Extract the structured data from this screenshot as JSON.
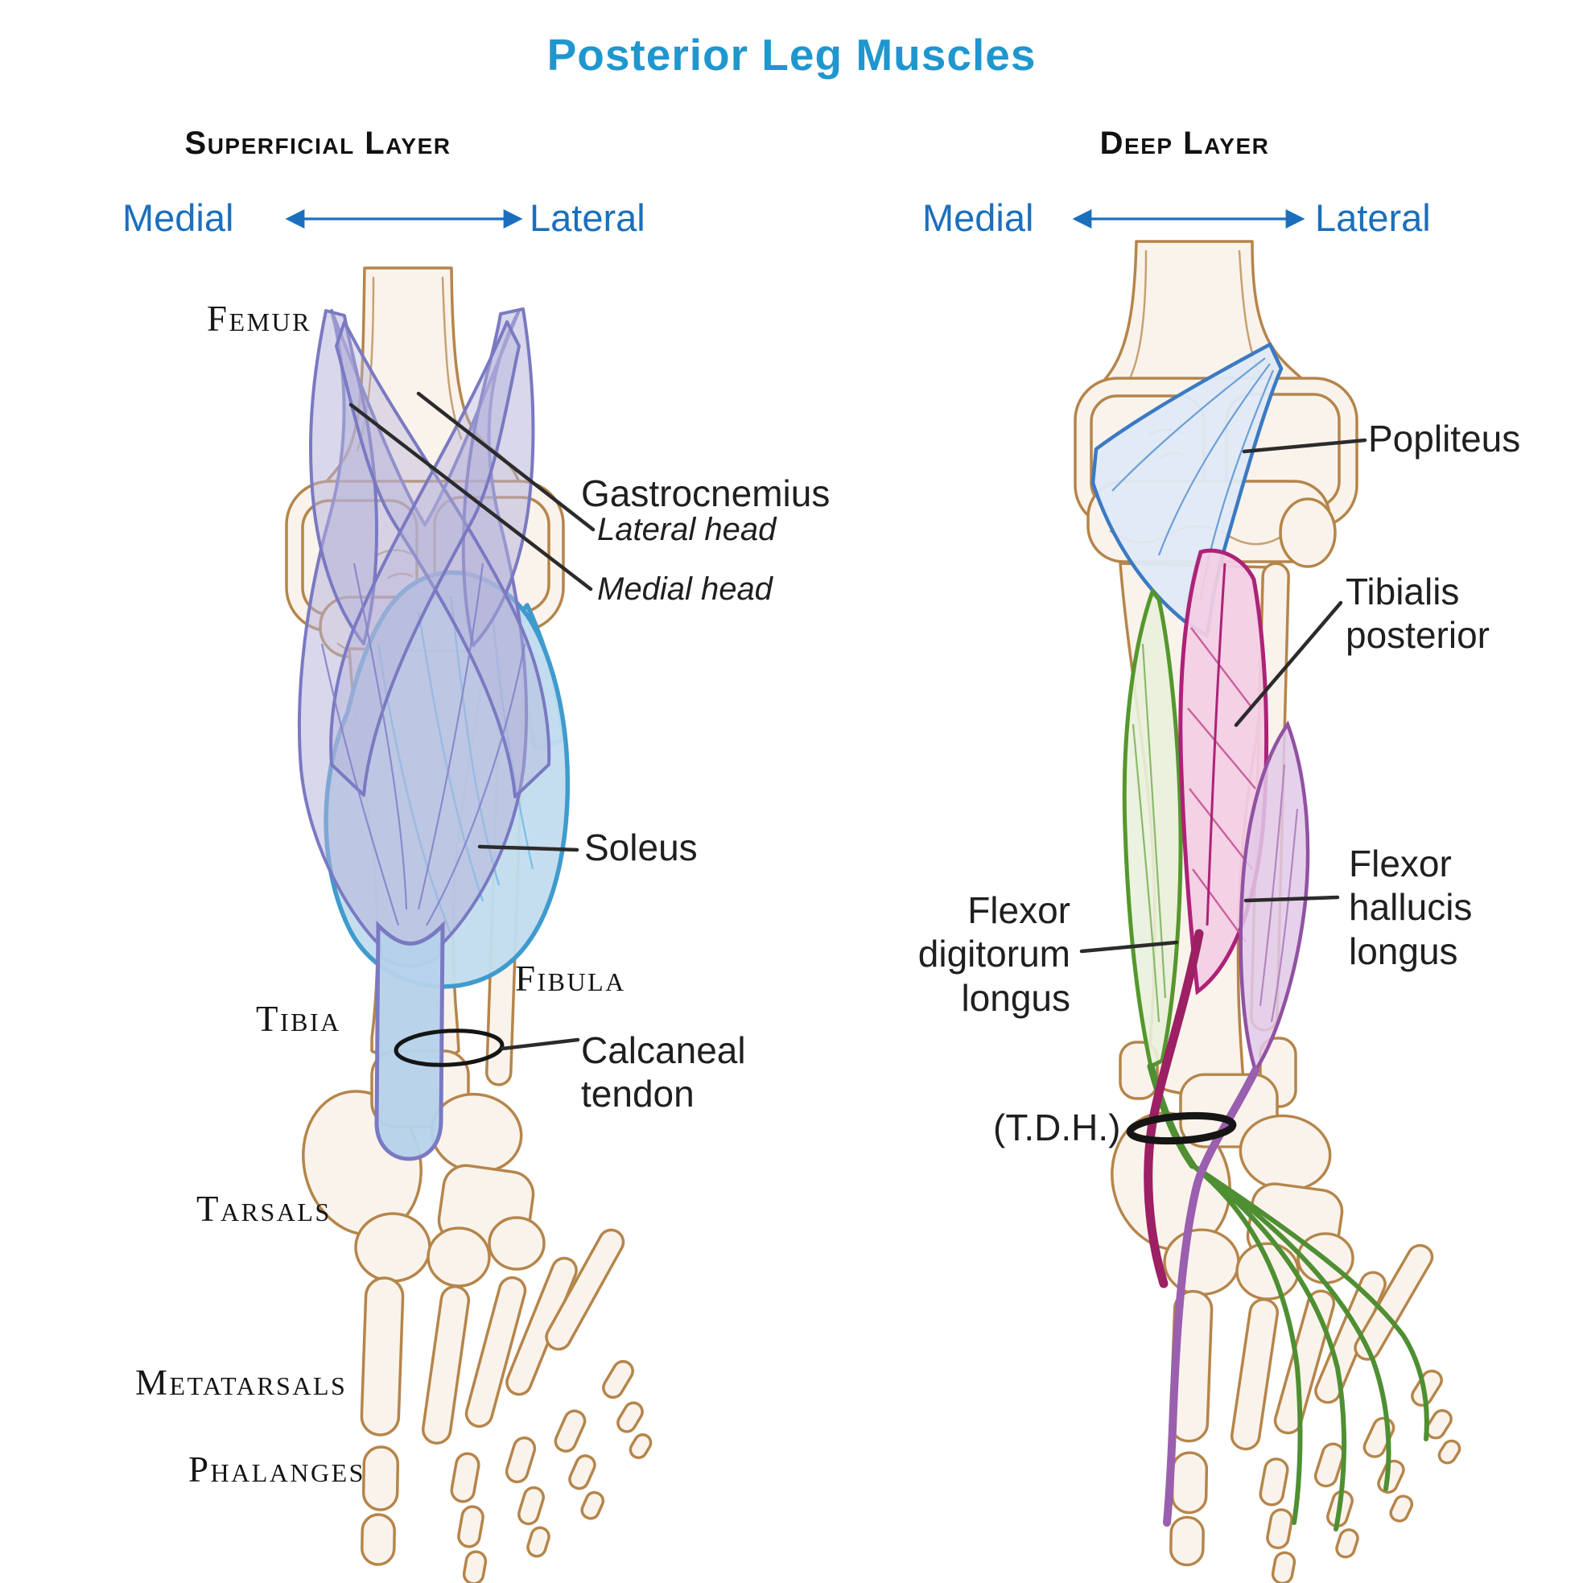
{
  "title": "Posterior Leg Muscles",
  "colors": {
    "title_blue": "#1f97ce",
    "direction_blue": "#1b6fbc",
    "label_black": "#1f1f1f",
    "bone_outline_tan": "#b5854a",
    "bone_fill_cream": "#faf3ec",
    "gastrocnemius_fill": "#b4b3da",
    "gastrocnemius_outline": "#7a79c2",
    "soleus_fill": "#c2dcee",
    "soleus_outline": "#3f9bce",
    "calcaneal_tendon_fill": "#b5d2ea",
    "popliteus_fill": "#dfe9f6",
    "popliteus_outline": "#3b7ac3",
    "flexor_digitorum_longus_fill": "#e9f1dc",
    "flexor_digitorum_longus_outline": "#55972d",
    "tibialis_posterior_fill": "#f3cde4",
    "tibialis_posterior_outline": "#ad2278",
    "tibialis_posterior_tendon": "#9c2063",
    "flexor_hallucis_longus_fill": "#e2c9e9",
    "flexor_hallucis_longus_outline": "#9152a2",
    "flexor_hallucis_longus_tendon": "#9a5fae"
  },
  "panels": {
    "superficial": {
      "heading": "Superficial Layer",
      "direction_left": "Medial",
      "direction_right": "Lateral",
      "labels": {
        "femur": "Femur",
        "gastrocnemius": "Gastrocnemius",
        "lateral_head": "Lateral head",
        "medial_head": "Medial head",
        "soleus": "Soleus",
        "fibula": "Fibula",
        "tibia": "Tibia",
        "calcaneal_tendon": "Calcaneal tendon",
        "tarsals": "Tarsals",
        "metatarsals": "Metatarsals",
        "phalanges": "Phalanges"
      }
    },
    "deep": {
      "heading": "Deep Layer",
      "direction_left": "Medial",
      "direction_right": "Lateral",
      "labels": {
        "popliteus": "Popliteus",
        "tibialis_posterior": "Tibialis posterior",
        "flexor_digitorum_longus": "Flexor digitorum longus",
        "flexor_hallucis_longus": "Flexor hallucis longus",
        "tendon_hiatus": "(T.D.H.)"
      }
    }
  }
}
